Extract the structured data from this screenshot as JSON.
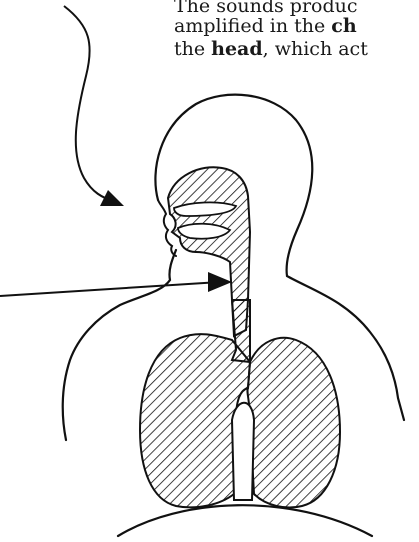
{
  "text": {
    "line1": "The sounds produc",
    "line2_pre": "amplified in the ",
    "line2_bold": "ch",
    "line3_pre": "the ",
    "line3_bold": "head",
    "line3_post": ", which act"
  }
}
